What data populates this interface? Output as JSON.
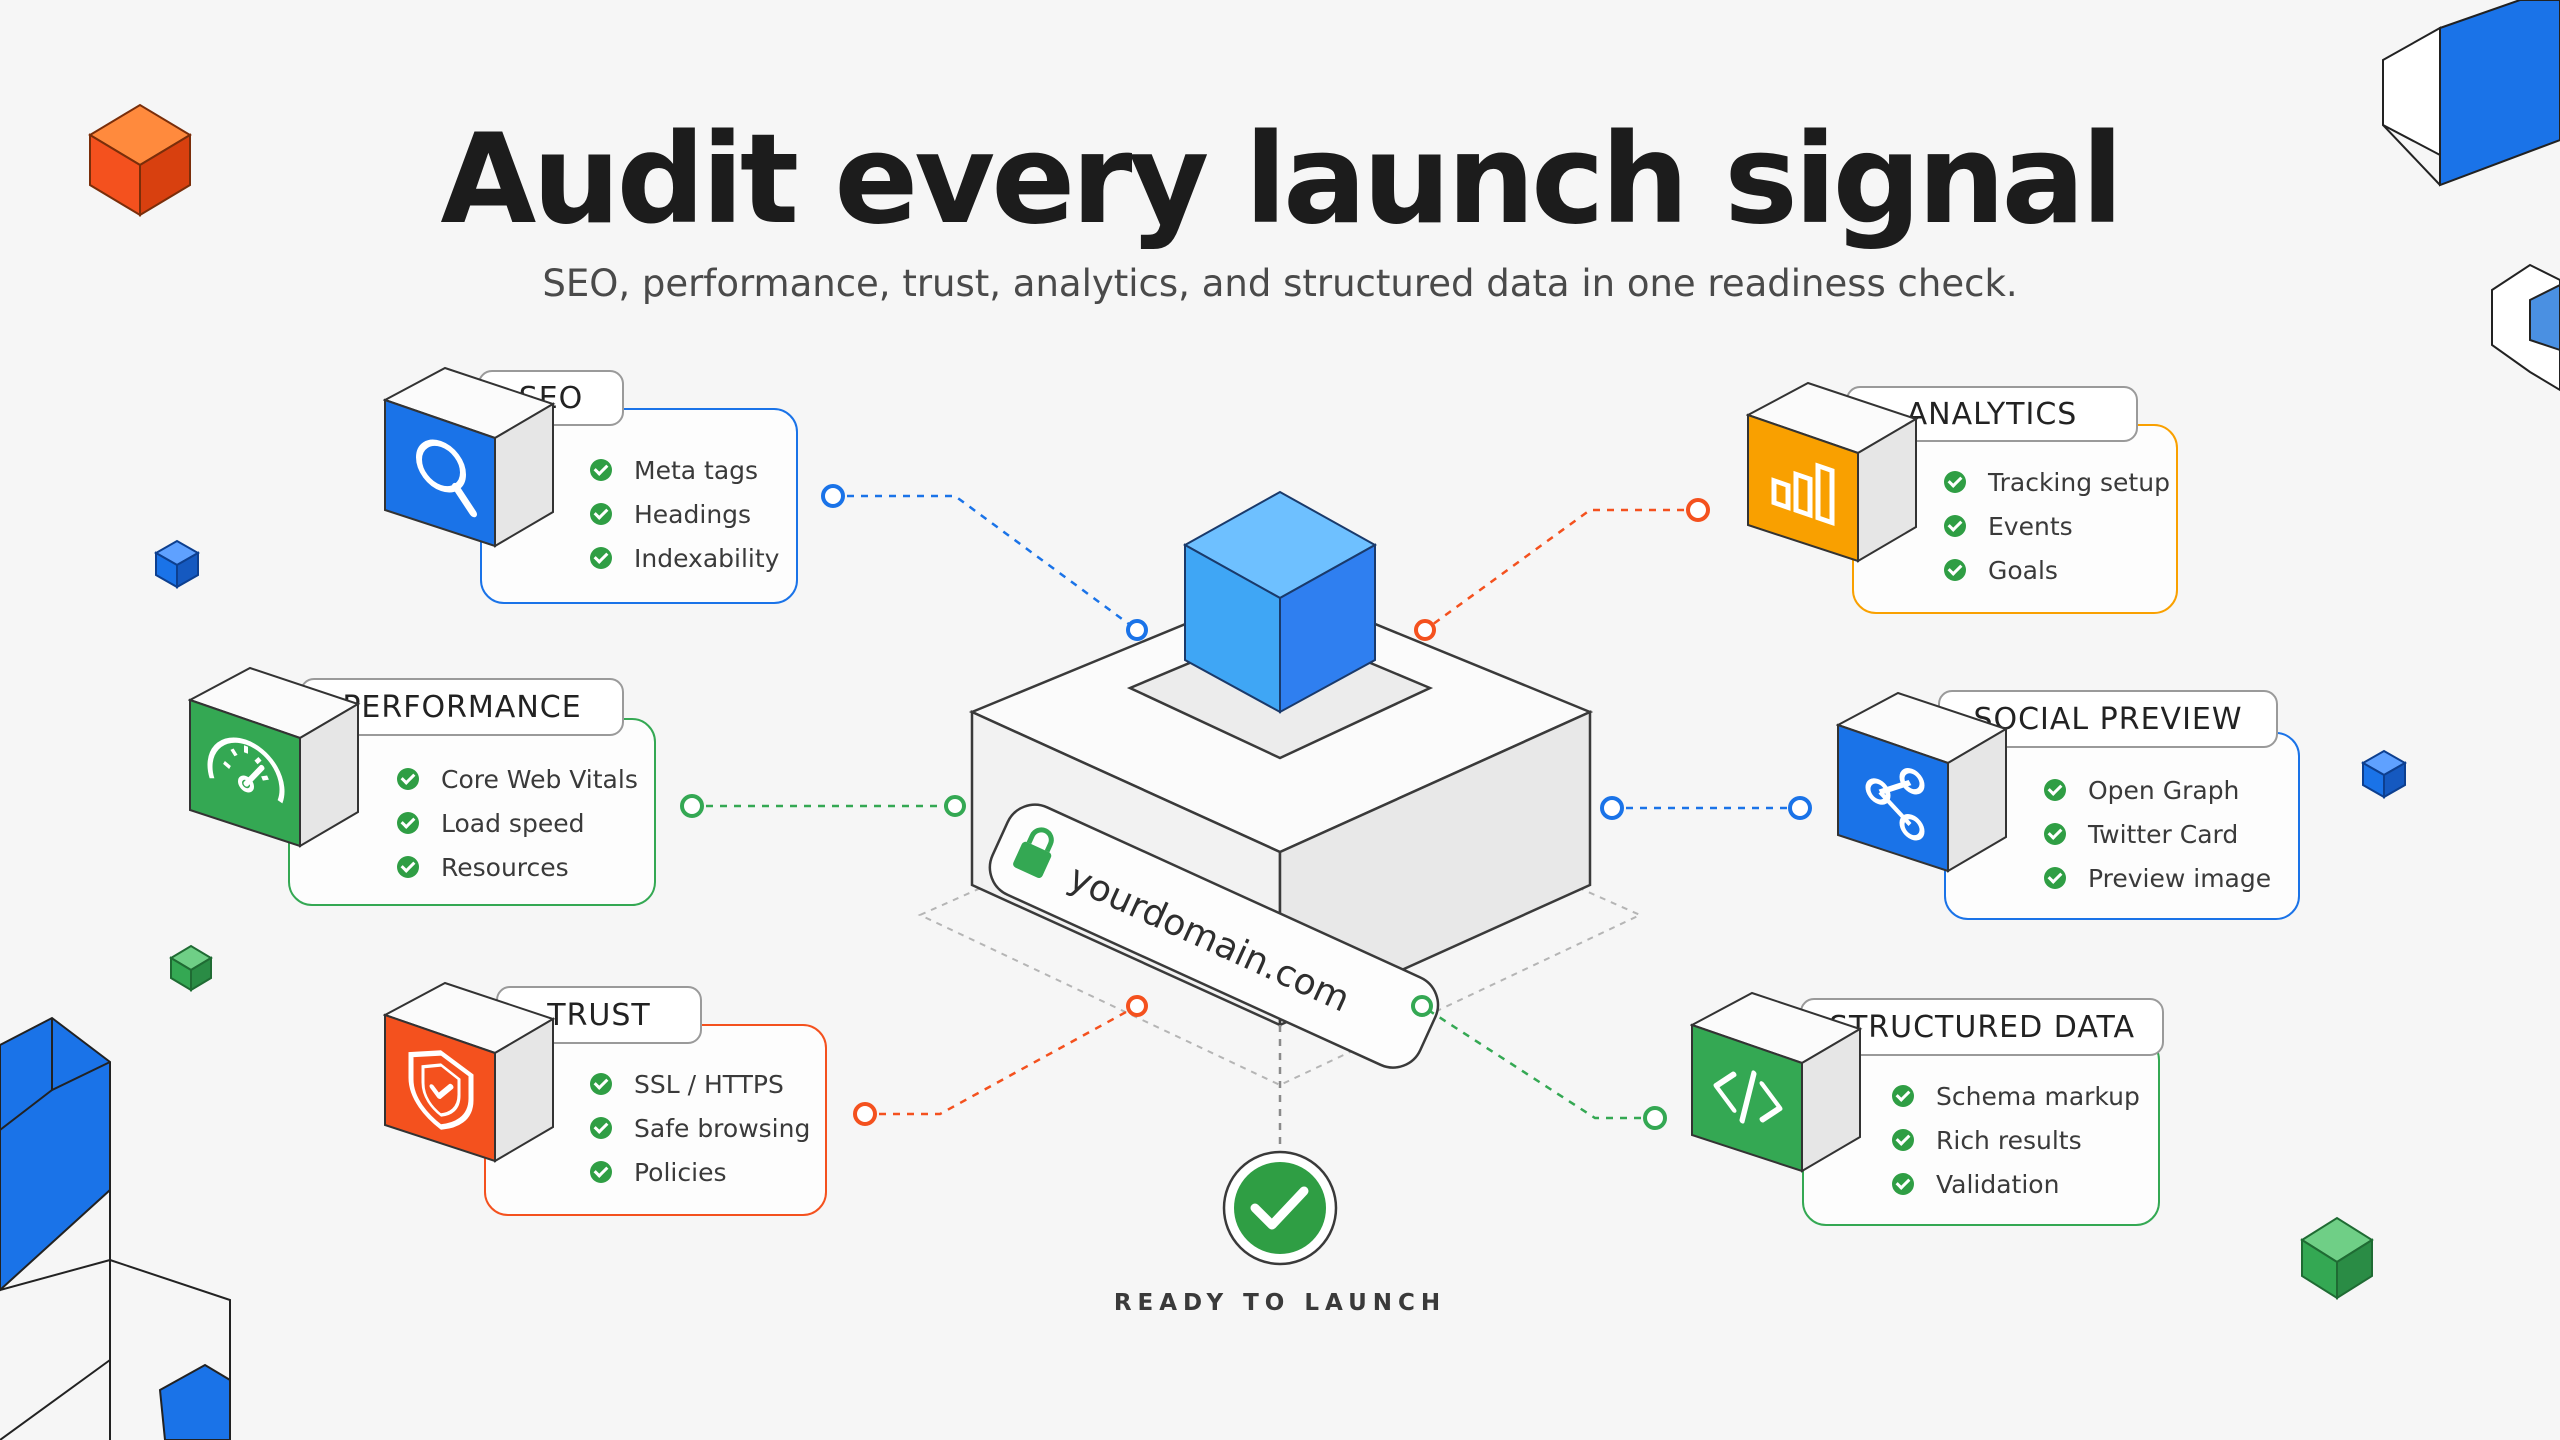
{
  "title": "Audit every launch signal",
  "subtitle": "SEO, performance, trust, analytics, and structured data in one readiness check.",
  "hub": {
    "domain": "yourdomain.com",
    "status": "READY TO LAUNCH"
  },
  "modules": [
    {
      "id": "seo",
      "label": "SEO",
      "icon": "magnifier-icon",
      "color": "#1a73e8",
      "items": [
        "Meta tags",
        "Headings",
        "Indexability"
      ]
    },
    {
      "id": "performance",
      "label": "PERFORMANCE",
      "icon": "speedometer-icon",
      "color": "#34a853",
      "items": [
        "Core Web Vitals",
        "Load speed",
        "Resources"
      ]
    },
    {
      "id": "trust",
      "label": "TRUST",
      "icon": "shield-check-icon",
      "color": "#f4511e",
      "items": [
        "SSL / HTTPS",
        "Safe browsing",
        "Policies"
      ]
    },
    {
      "id": "analytics",
      "label": "ANALYTICS",
      "icon": "bar-chart-icon",
      "color": "#f9a000",
      "items": [
        "Tracking setup",
        "Events",
        "Goals"
      ]
    },
    {
      "id": "social",
      "label": "SOCIAL PREVIEW",
      "icon": "share-icon",
      "color": "#1a73e8",
      "items": [
        "Open Graph",
        "Twitter Card",
        "Preview image"
      ]
    },
    {
      "id": "structured",
      "label": "STRUCTURED DATA",
      "icon": "code-icon",
      "color": "#34a853",
      "items": [
        "Schema markup",
        "Rich results",
        "Validation"
      ]
    }
  ],
  "colors": {
    "blue": "#1a73e8",
    "green": "#34a853",
    "orange": "#f4511e",
    "amber": "#f9a000",
    "ok": "#2f9e44"
  }
}
